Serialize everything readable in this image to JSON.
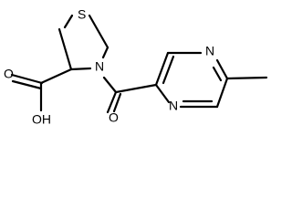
{
  "molecule": {
    "atoms": {
      "sulfur": "S",
      "ring_nitrogen": "N",
      "pyrazine_nitrogen_top": "N",
      "pyrazine_nitrogen_bottom": "N",
      "carbonyl_oxygen": "O",
      "acid_hydroxyl": "OH"
    },
    "colors": {
      "bond": "#000000",
      "label": "#000000",
      "background": "#ffffff"
    }
  }
}
